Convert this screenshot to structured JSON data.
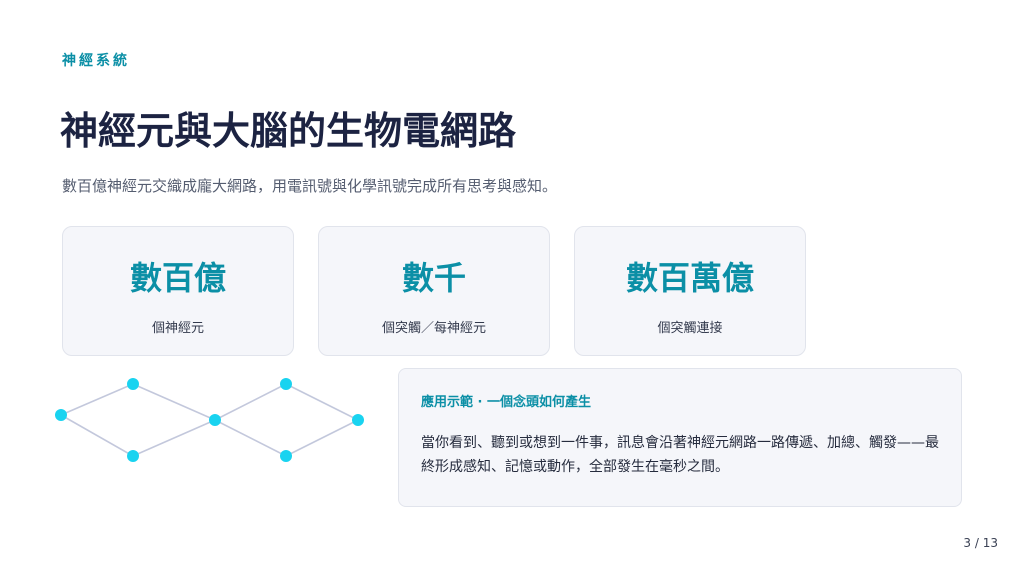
{
  "header": {
    "eyebrow": "神經系統",
    "title": "神經元與大腦的生物電網路",
    "subtitle": "數百億神經元交織成龐大網路，用電訊號與化學訊號完成所有思考與感知。"
  },
  "stats": [
    {
      "value": "數百億",
      "label": "個神經元"
    },
    {
      "value": "數千",
      "label": "個突觸／每神經元"
    },
    {
      "value": "數百萬億",
      "label": "個突觸連接"
    }
  ],
  "network_graphic": {
    "icon": "neural-network-icon",
    "node_color": "#19d3f0",
    "line_color": "#c3c8dc"
  },
  "example": {
    "heading": "應用示範 · 一個念頭如何產生",
    "body": "當你看到、聽到或想到一件事，訊息會沿著神經元網路一路傳遞、加總、觸發——最終形成感知、記憶或動作，全部發生在毫秒之間。"
  },
  "footer": {
    "page": "3 / 13"
  },
  "colors": {
    "accent": "#0b8fa6",
    "card_bg": "#f5f6fa",
    "title": "#1c2342"
  }
}
